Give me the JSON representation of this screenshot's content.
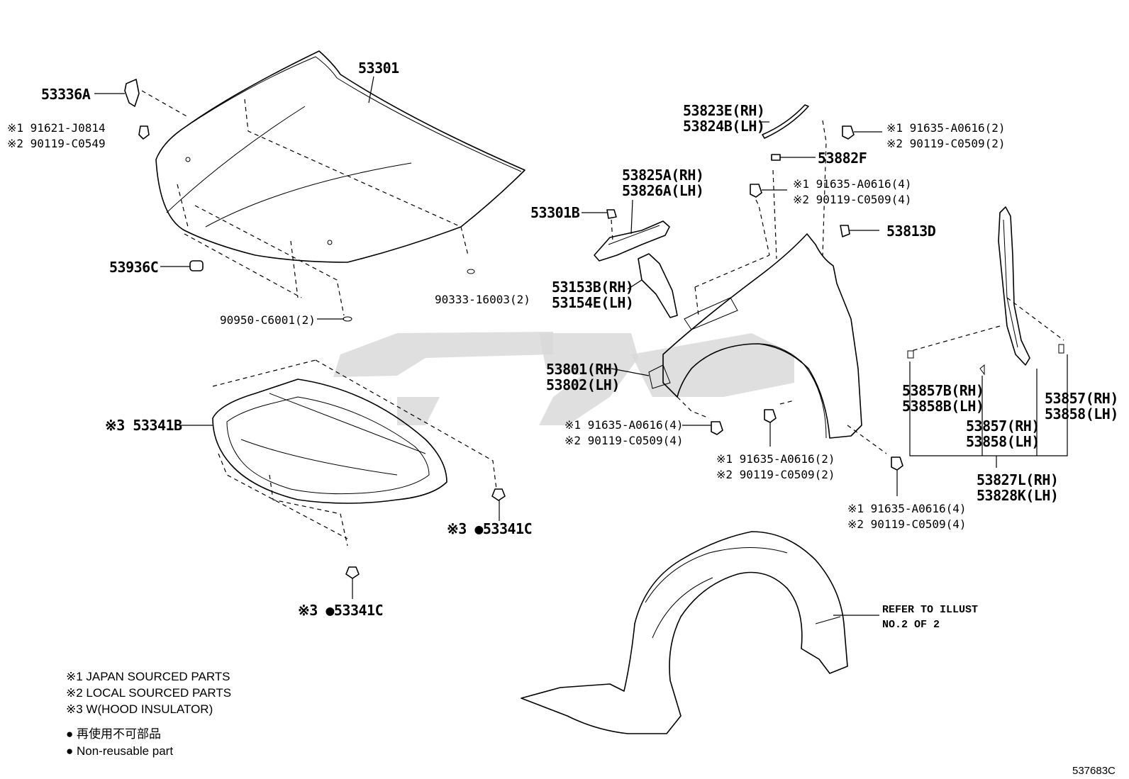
{
  "labels": {
    "hood": "53301",
    "hood_hinge": "53336A",
    "hood_bolt_j1": "※1 91621-J0814",
    "hood_bolt_l2": "※2 90119-C0549",
    "hood_cushion": "53936C",
    "hood_plug_a": "90950-C6001(2)",
    "hood_plug_b": "90333-16003(2)",
    "insulator": "※3 53341B",
    "insulator_clip_a": "※3 ●53341C",
    "insulator_clip_b": "※3 ●53341C",
    "seal_rh": "53823E(RH)",
    "seal_lh": "53824B(LH)",
    "nut_clip": "53882F",
    "bolt_top_j1": "※1 91635-A0616(2)",
    "bolt_top_l2": "※2 90119-C0509(2)",
    "bolt_mid_j1": "※1 91635-A0616(4)",
    "bolt_mid_l2": "※2 90119-C0509(4)",
    "bracket_rh": "53825A(RH)",
    "bracket_lh": "53826A(LH)",
    "grommet": "53301B",
    "cap": "53813D",
    "spacer_rh": "53153B(RH)",
    "spacer_lh": "53154E(LH)",
    "fender_rh": "53801(RH)",
    "fender_lh": "53802(LH)",
    "bolt_low_j1": "※1 91635-A0616(4)",
    "bolt_low_l2": "※2 90119-C0509(4)",
    "bolt_bot_j1": "※1 91635-A0616(2)",
    "bolt_bot_l2": "※2 90119-C0509(2)",
    "bolt_end_j1": "※1 91635-A0616(4)",
    "bolt_end_l2": "※2 90119-C0509(4)",
    "clip_857b_rh": "53857B(RH)",
    "clip_858b_lh": "53858B(LH)",
    "clip_857_rh_a": "53857(RH)",
    "clip_858_lh_a": "53858(LH)",
    "clip_857_rh_b": "53857(RH)",
    "clip_858_lh_b": "53858(LH)",
    "seal_827_rh": "53827L(RH)",
    "seal_828_lh": "53828K(LH)",
    "refer_line1": "REFER TO ILLUST",
    "refer_line2": "NO.2 OF 2"
  },
  "legend": {
    "note1": "※1 JAPAN SOURCED PARTS",
    "note2": "※2 LOCAL SOURCED PARTS",
    "note3": "※3 W(HOOD INSULATOR)",
    "dot_jp": "● 再使用不可部品",
    "dot_en": "● Non-reusable part"
  },
  "illustration_code": "537683C"
}
